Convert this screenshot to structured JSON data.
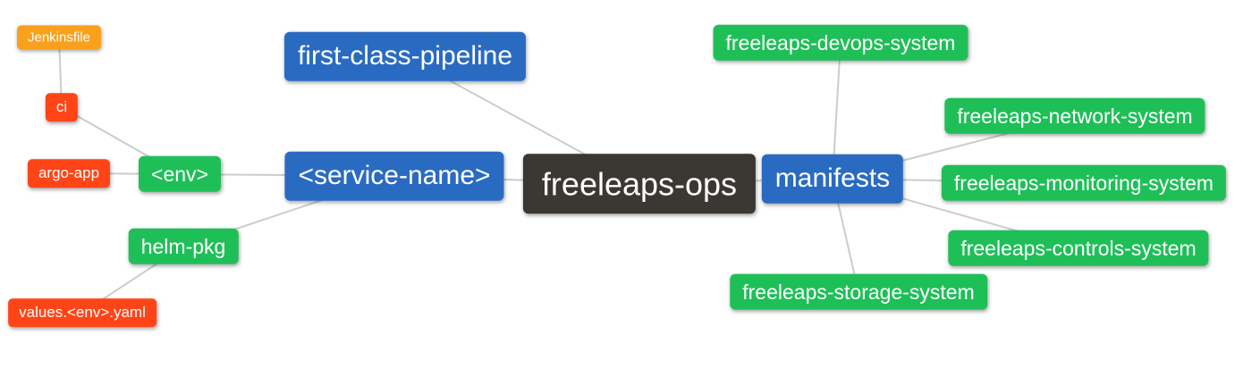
{
  "mindmap": {
    "title": "freeleaps-ops mind map",
    "edge_color": "#cccccc",
    "palette": {
      "root_bg": "#3b3733",
      "level1_bg": "#2a6bc2",
      "level2_bg": "#1fbf58",
      "level3_bg": "#ff4517",
      "level4_bg": "#f9a11c",
      "text": "#ffffff",
      "background": "#ffffff"
    },
    "nodes": [
      {
        "id": "jenkinsfile",
        "label": "Jenkinsfile",
        "depth": 4
      },
      {
        "id": "ci",
        "label": "ci",
        "depth": 3
      },
      {
        "id": "argo-app",
        "label": "argo-app",
        "depth": 3
      },
      {
        "id": "env",
        "label": "<env>",
        "depth": 2
      },
      {
        "id": "helm-pkg",
        "label": "helm-pkg",
        "depth": 2
      },
      {
        "id": "values-env-yaml",
        "label": "values.<env>.yaml",
        "depth": 3
      },
      {
        "id": "first-class-pipeline",
        "label": "first-class-pipeline",
        "depth": 1
      },
      {
        "id": "service-name",
        "label": "<service-name>",
        "depth": 1
      },
      {
        "id": "freeleaps-ops",
        "label": "freeleaps-ops",
        "depth": 0
      },
      {
        "id": "manifests",
        "label": "manifests",
        "depth": 1
      },
      {
        "id": "freeleaps-devops-system",
        "label": "freeleaps-devops-system",
        "depth": 2
      },
      {
        "id": "freeleaps-network-system",
        "label": "freeleaps-network-system",
        "depth": 2
      },
      {
        "id": "freeleaps-monitoring-system",
        "label": "freeleaps-monitoring-system",
        "depth": 2
      },
      {
        "id": "freeleaps-controls-system",
        "label": "freeleaps-controls-system",
        "depth": 2
      },
      {
        "id": "freeleaps-storage-system",
        "label": "freeleaps-storage-system",
        "depth": 2
      }
    ],
    "edges": [
      {
        "from": "jenkinsfile",
        "to": "ci"
      },
      {
        "from": "ci",
        "to": "env"
      },
      {
        "from": "argo-app",
        "to": "env"
      },
      {
        "from": "env",
        "to": "service-name"
      },
      {
        "from": "helm-pkg",
        "to": "service-name"
      },
      {
        "from": "values-env-yaml",
        "to": "helm-pkg"
      },
      {
        "from": "first-class-pipeline",
        "to": "freeleaps-ops"
      },
      {
        "from": "service-name",
        "to": "freeleaps-ops"
      },
      {
        "from": "manifests",
        "to": "freeleaps-ops"
      },
      {
        "from": "freeleaps-devops-system",
        "to": "manifests"
      },
      {
        "from": "freeleaps-network-system",
        "to": "manifests"
      },
      {
        "from": "freeleaps-monitoring-system",
        "to": "manifests"
      },
      {
        "from": "freeleaps-controls-system",
        "to": "manifests"
      },
      {
        "from": "freeleaps-storage-system",
        "to": "manifests"
      }
    ]
  }
}
